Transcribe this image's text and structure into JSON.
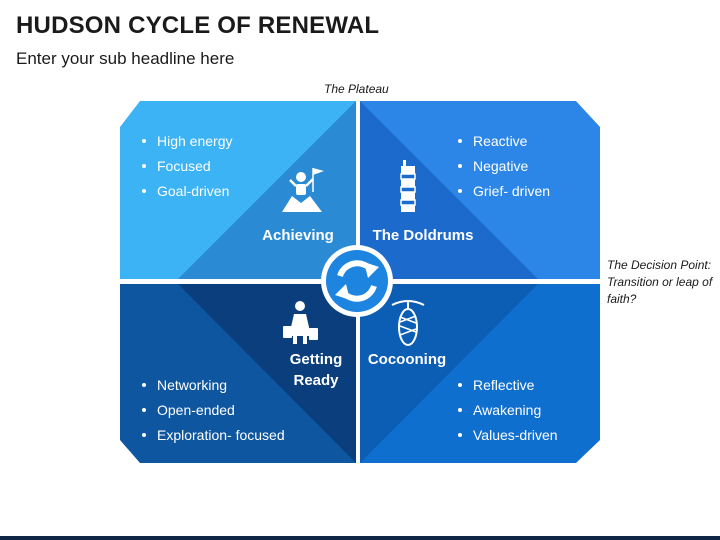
{
  "header": {
    "title": "HUDSON CYCLE OF RENEWAL",
    "subtitle": "Enter your sub headline here"
  },
  "labels": {
    "top": "The Plateau",
    "right": "The Decision Point: Transition or leap of faith?"
  },
  "quadrants": [
    {
      "id": "top-left",
      "name": "Achieving",
      "icon": "achiever-flag-icon",
      "color": "#3bb3f5",
      "triangle_color": "#2a8ad4",
      "bullets": [
        "High energy",
        "Focused",
        "Goal-driven"
      ]
    },
    {
      "id": "top-right",
      "name": "The Doldrums",
      "icon": "windsock-icon",
      "color": "#2b86e8",
      "triangle_color": "#1c6bcc",
      "bullets": [
        "Reactive",
        "Negative",
        "Grief- driven"
      ]
    },
    {
      "id": "bottom-left",
      "name": "Getting Ready",
      "name_lines": [
        "Getting",
        "Ready"
      ],
      "icon": "shopper-bags-icon",
      "color": "#0e56a0",
      "triangle_color": "#0a3e7c",
      "bullets": [
        "Networking",
        "Open-ended",
        "Exploration- focused"
      ]
    },
    {
      "id": "bottom-right",
      "name": "Cocooning",
      "icon": "cocoon-icon",
      "color": "#0f6fcf",
      "triangle_color": "#0c5db4",
      "bullets": [
        "Reflective",
        "Awakening",
        "Values-driven"
      ]
    }
  ],
  "center": {
    "icon": "cycle-arrows-icon",
    "color": "#1d84e0"
  }
}
